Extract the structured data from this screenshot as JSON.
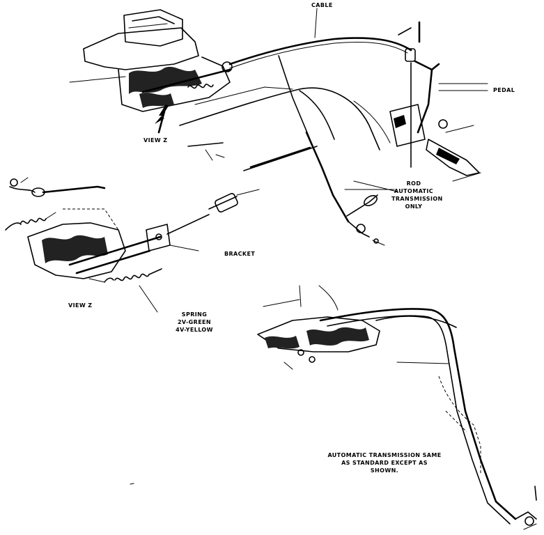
{
  "labels": {
    "cable": "CABLE",
    "pedal": "PEDAL",
    "view_z_top": "VIEW Z",
    "rod_line1": "ROD",
    "rod_line2": "AUTOMATIC",
    "rod_line3": "TRANSMISSION",
    "rod_line4": "ONLY",
    "bracket": "BRACKET",
    "view_z_bottom": "VIEW Z",
    "spring_line1": "SPRING",
    "spring_line2": "2V-GREEN",
    "spring_line3": "4V-YELLOW",
    "note_line1": "AUTOMATIC TRANSMISSION SAME",
    "note_line2": "AS STANDARD EXCEPT AS",
    "note_line3": "SHOWN."
  }
}
